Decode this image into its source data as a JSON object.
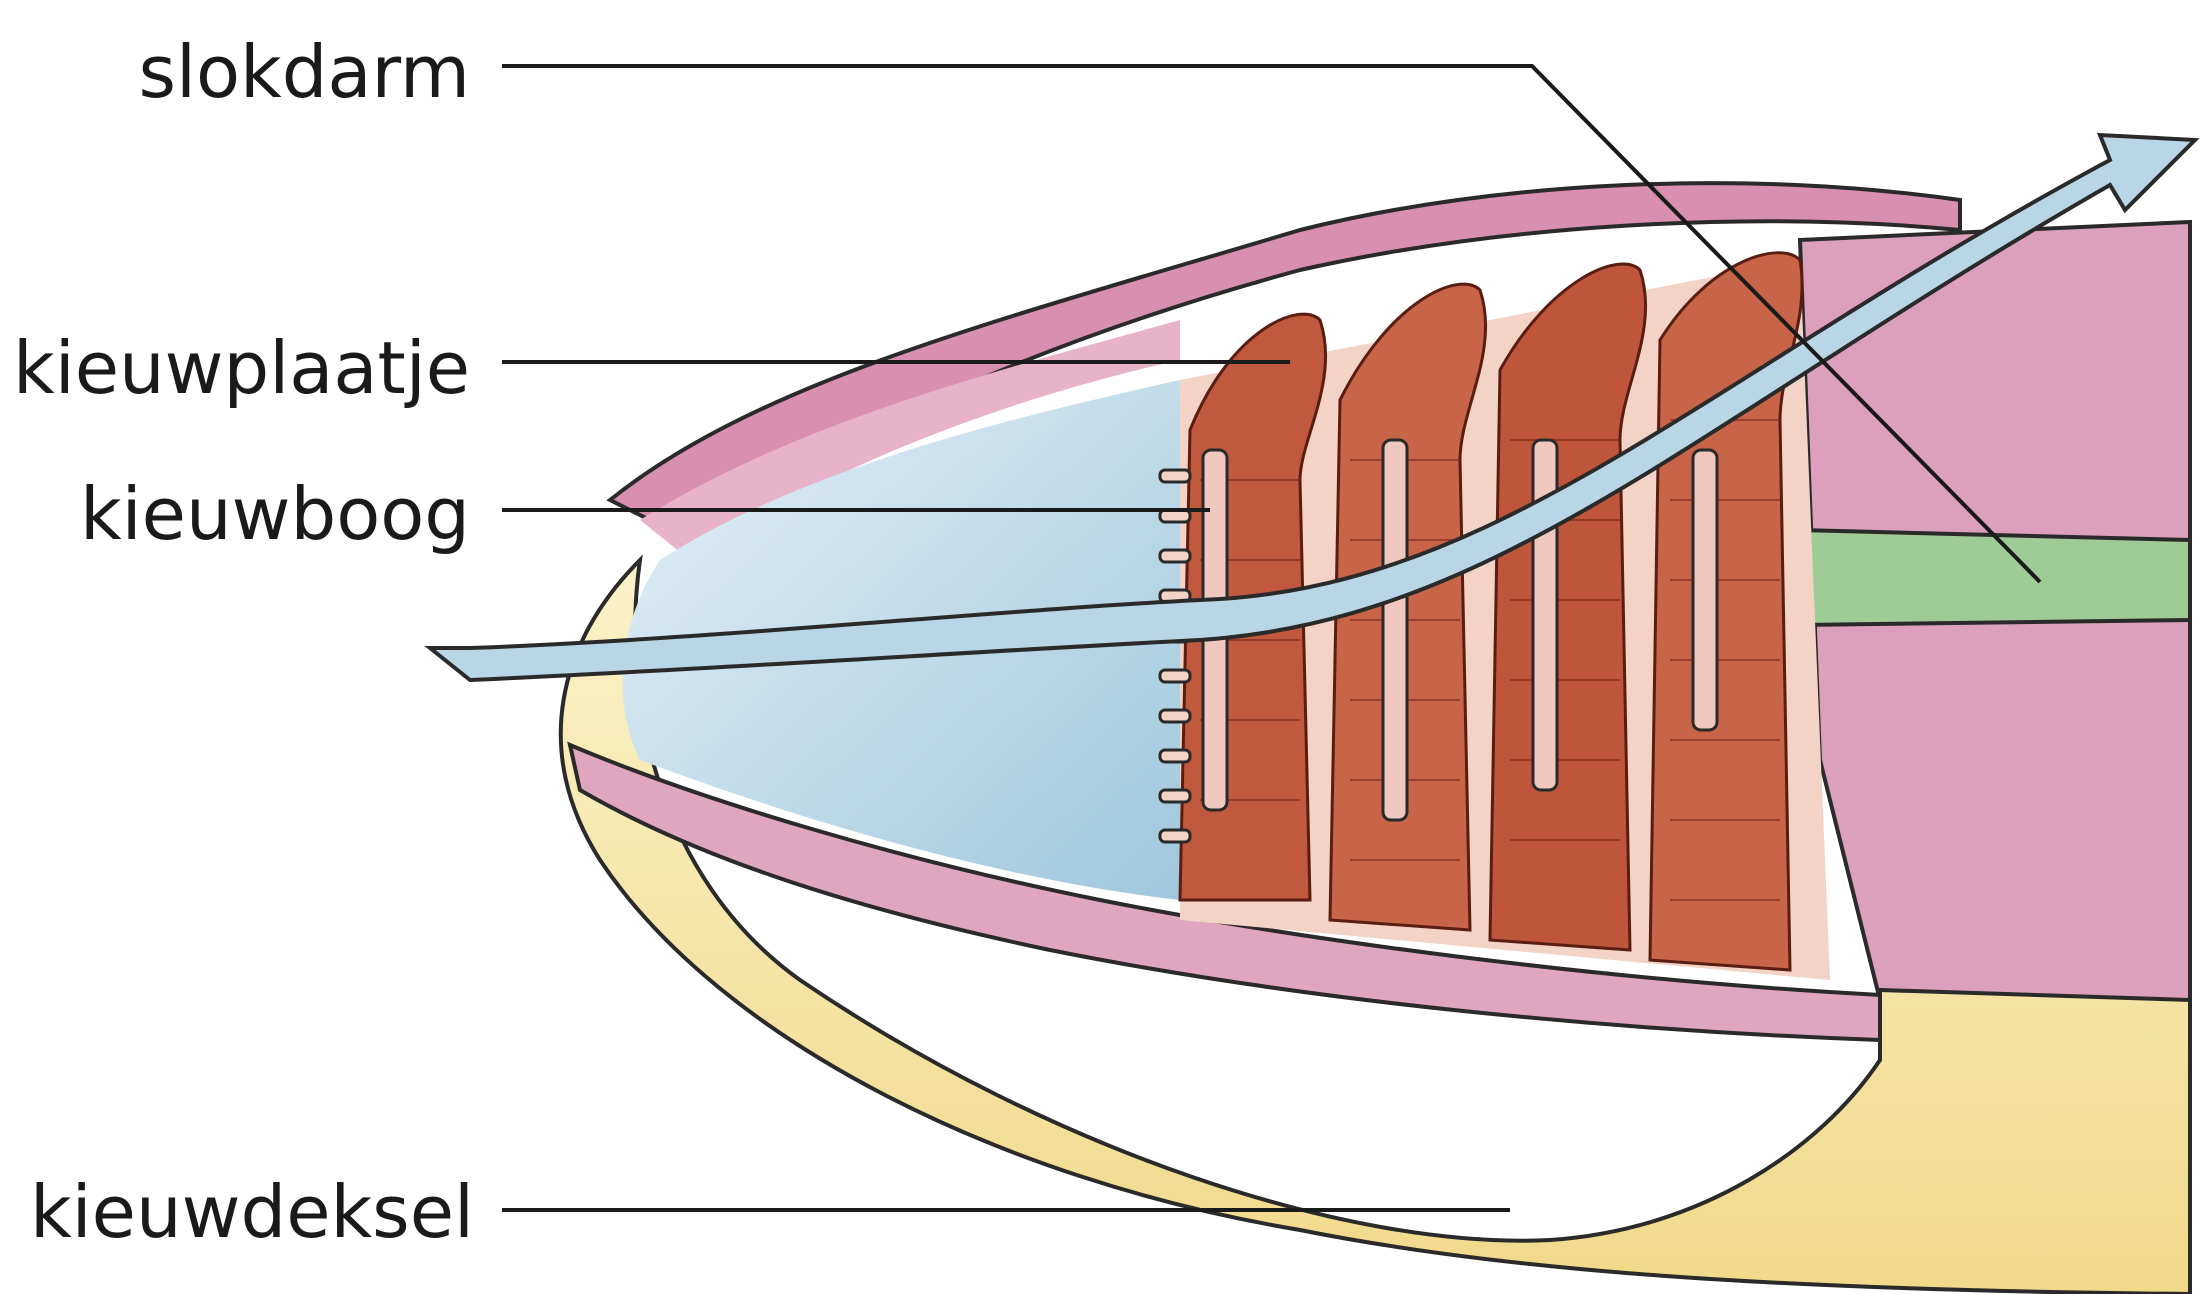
{
  "labels": {
    "slokdarm": "slokdarm",
    "kieuwplaatje": "kieuwplaatje",
    "kieuwboog": "kieuwboog",
    "kieuwdeksel": "kieuwdeksel"
  },
  "colors": {
    "skin_pink": "#d98fb0",
    "inner_pink": "#e8b3c8",
    "cavity_blue": "#bcd8e8",
    "gill_red": "#c0593e",
    "gill_light": "#e8a184",
    "arch_pink": "#f0c8c0",
    "jaw_yellow": "#f6e6a8",
    "esophagus_green": "#9fcc96",
    "water_arrow": "#b9d6e6",
    "outline": "#2a2a2a"
  }
}
